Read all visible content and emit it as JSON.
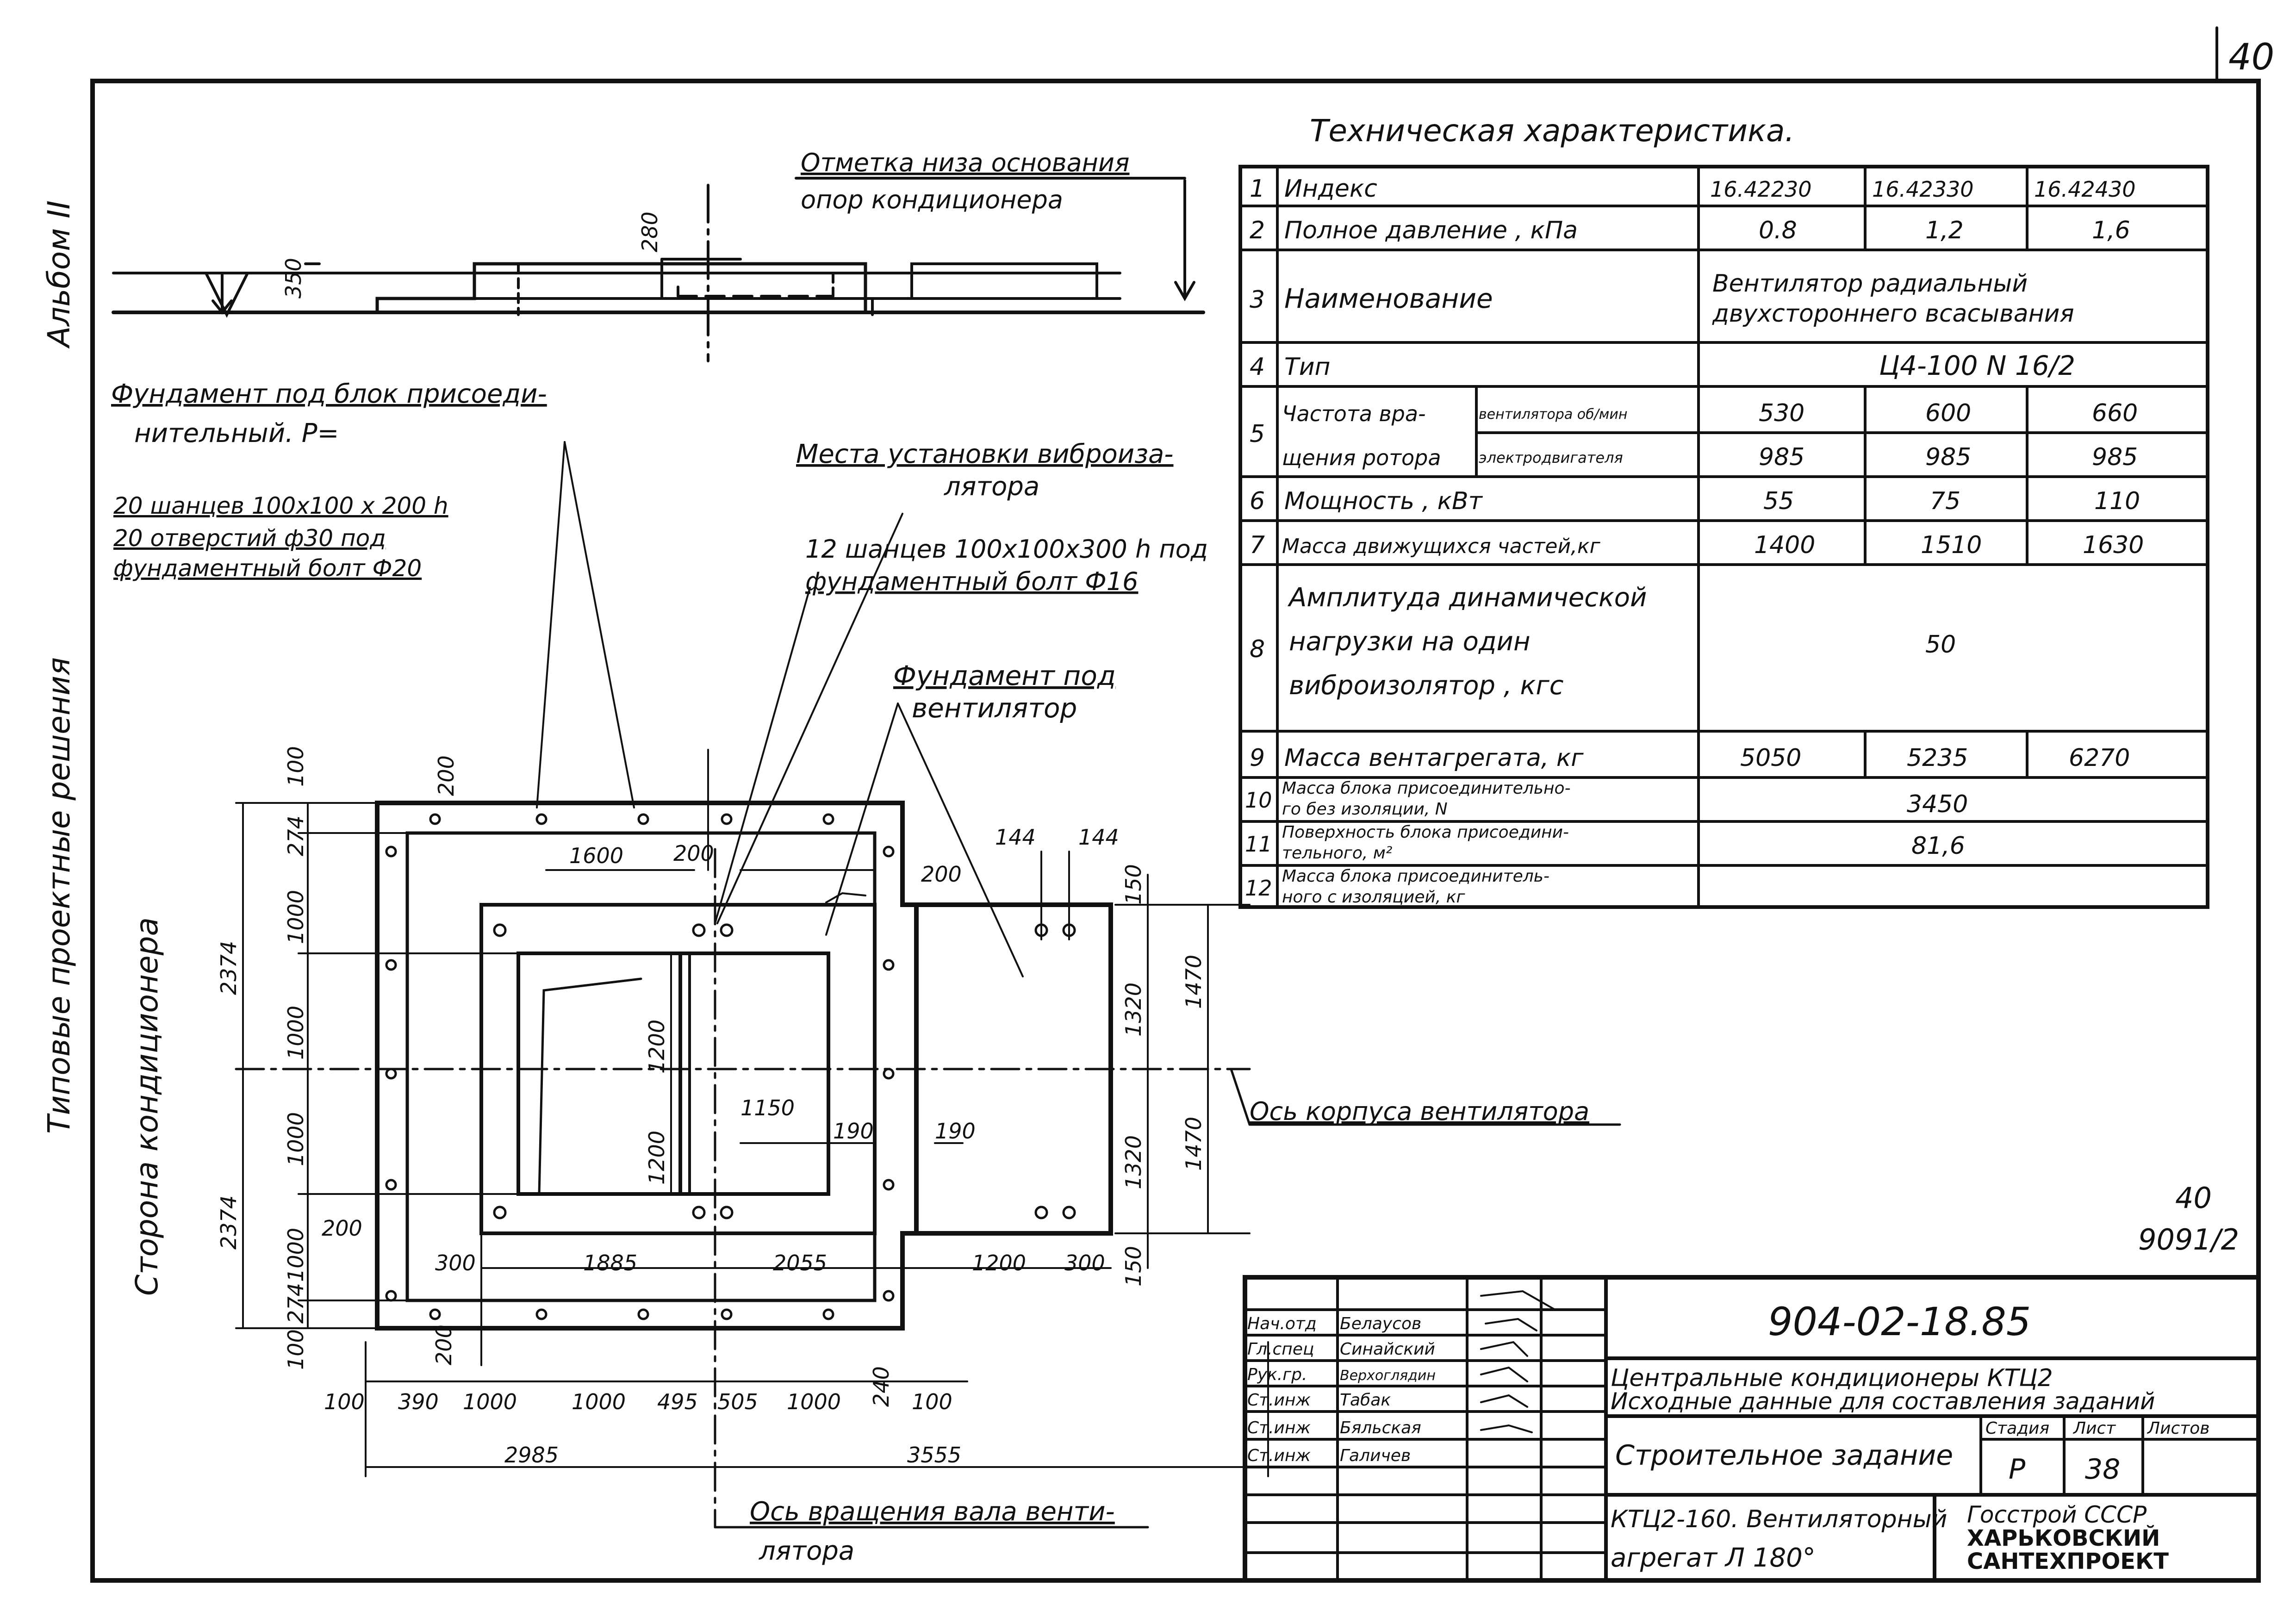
{
  "sheet": {
    "page_number": "40",
    "album": "Альбом II",
    "series": "Типовые проектные решения",
    "side_label": "Сторона кондиционера",
    "sheet_ref_num": "40",
    "sheet_ref_code": "9091/2"
  },
  "annotations": {
    "base_mark_1": "Отметка низа основания",
    "base_mark_2": "опор кондиционера",
    "foundation_block_1": "Фундамент под блок присоеди-",
    "foundation_block_2": "нительный. Р=",
    "vibro_place_1": "Места установки виброиза-",
    "vibro_place_2": "лятора",
    "holes20_1": "20 шанцев 100х100 х 200 h",
    "holes20_2": "20 отверстий ф30 под",
    "holes20_3": "фундаментный болт Ф20",
    "holes12_1": "12 шанцев 100х100х300 h под",
    "holes12_2": "фундаментный болт Ф16",
    "foundation_fan_1": "Фундамент под",
    "foundation_fan_2": "вентилятор",
    "fan_axis": "Ось корпуса вентилятора",
    "shaft_axis_1": "Ось вращения вала венти-",
    "shaft_axis_2": "лятора"
  },
  "dims": {
    "d350": "350",
    "d280": "280",
    "d100a": "100",
    "d200a": "200",
    "d274a": "274",
    "d2374a": "2374",
    "d2374b": "2374",
    "d1000a": "1000",
    "d1000b": "1000",
    "d1000c": "1000",
    "d1000d": "1000",
    "d200b": "200",
    "d274b": "274",
    "d100b": "100",
    "d200c": "200",
    "d1600": "1600",
    "d200d": "200",
    "d200e": "200",
    "d144a": "144",
    "d144b": "144",
    "d150a": "150",
    "d1200a": "1200",
    "d1200b": "1200",
    "d1150": "1150",
    "d190a": "190",
    "d190b": "190",
    "d1320a": "1320",
    "d1320b": "1320",
    "d1470a": "1470",
    "d1470b": "1470",
    "d150b": "150",
    "d300a": "300",
    "d1885": "1885",
    "d2055": "2055",
    "d1200c": "1200",
    "d300b": "300",
    "b100a": "100",
    "b390": "390",
    "b1000a": "1000",
    "b1000b": "1000",
    "b495": "495",
    "b505": "505",
    "b1000c": "1000",
    "b240": "240",
    "b100b": "100",
    "d2985": "2985",
    "d3555": "3555"
  },
  "spec": {
    "title": "Техническая характеристика.",
    "rows": [
      {
        "n": "1",
        "label": "Индекс",
        "v1": "16.42230",
        "v2": "16.42330",
        "v3": "16.42430"
      },
      {
        "n": "2",
        "label": "Полное давление , кПа",
        "v1": "0.8",
        "v2": "1,2",
        "v3": "1,6"
      },
      {
        "n": "3",
        "label": "Наименование",
        "value_1": "Вентилятор радиальный",
        "value_2": "двухстороннего всасывания"
      },
      {
        "n": "4",
        "label": "Тип",
        "value": "Ц4-100 N 16/2"
      },
      {
        "n": "5",
        "label_1": "Частота вра-",
        "label_2": "щения ротора",
        "sub_1": "вентилятора об/мин",
        "sub_2": "электродвигателя",
        "a1": "530",
        "a2": "600",
        "a3": "660",
        "b1": "985",
        "b2": "985",
        "b3": "985"
      },
      {
        "n": "6",
        "label": "Мощность , кВт",
        "v1": "55",
        "v2": "75",
        "v3": "110"
      },
      {
        "n": "7",
        "label": "Масса движущихся частей,кг",
        "v1": "1400",
        "v2": "1510",
        "v3": "1630"
      },
      {
        "n": "8",
        "label_1": "Амплитуда динамической",
        "label_2": "нагрузки на один",
        "label_3": "виброизолятор , кгс",
        "value": "50"
      },
      {
        "n": "9",
        "label": "Масса вентагрегата, кг",
        "v1": "5050",
        "v2": "5235",
        "v3": "6270"
      },
      {
        "n": "10",
        "label_1": "Масса блока присоединительно-",
        "label_2": "го без изоляции, N",
        "value": "3450"
      },
      {
        "n": "11",
        "label_1": "Поверхность блока присоедини-",
        "label_2": "тельного, м²",
        "value": "81,6"
      },
      {
        "n": "12",
        "label_1": "Масса блока присоединитель-",
        "label_2": "ного с изоляцией, кг",
        "value": ""
      }
    ]
  },
  "stamp": {
    "doc_number": "904-02-18.85",
    "title_1": "Центральные кондиционеры КТЦ2",
    "title_2": "Исходные данные для составления заданий",
    "roles": [
      {
        "role": "Нач.отд",
        "name": "Белаусов"
      },
      {
        "role": "Гл.спец",
        "name": "Синайский"
      },
      {
        "role": "Рук.гр.",
        "name": "Верхоглядин"
      },
      {
        "role": "Ст.инж",
        "name": "Табак"
      },
      {
        "role": "Ст.инж",
        "name": "Бяльская"
      },
      {
        "role": "Ст.инж",
        "name": "Галичев"
      }
    ],
    "stage_label": "Стадия",
    "sheet_label": "Лист",
    "sheets_label": "Листов",
    "stage": "Р",
    "sheet": "38",
    "task": "Строительное задание",
    "unit_1": "КТЦ2-160. Вентиляторный",
    "unit_2": "агрегат Л 180°",
    "org_1": "Госстрой СССР",
    "org_2": "ХАРЬКОВСКИЙ",
    "org_3": "САНТЕХПРОЕКТ"
  }
}
